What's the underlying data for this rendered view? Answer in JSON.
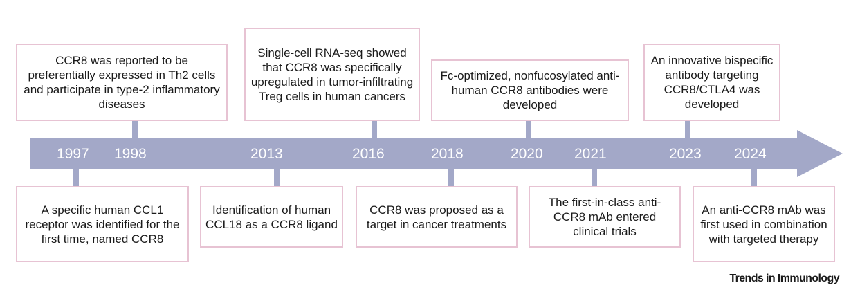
{
  "timeline": {
    "colors": {
      "arrow": "#a3a8c8",
      "box_border": "#e7c3d3",
      "year_text": "#ffffff"
    },
    "years": [
      "1997",
      "1998",
      "2013",
      "2016",
      "2018",
      "2020",
      "2021",
      "2023",
      "2024"
    ],
    "events_above": [
      {
        "year": "1998",
        "text": "CCR8 was reported to be preferentially expressed in Th2 cells and participate in type-2 inflammatory diseases"
      },
      {
        "year": "2016",
        "text": "Single-cell RNA-seq showed that CCR8 was specifically upregulated in tumor-infiltrating Treg cells in human cancers"
      },
      {
        "year": "2020",
        "text": "Fc-optimized, nonfucosylated anti-human CCR8 antibodies were developed"
      },
      {
        "year": "2023",
        "text": "An innovative bispecific antibody targeting CCR8/CTLA4 was developed"
      }
    ],
    "events_below": [
      {
        "year": "1997",
        "text": "A specific human CCL1 receptor was identified for the first time, named CCR8"
      },
      {
        "year": "2013",
        "text": "Identification of human CCL18 as a CCR8 ligand"
      },
      {
        "year": "2018",
        "text": "CCR8 was proposed as a target in cancer treatments"
      },
      {
        "year": "2021",
        "text": "The first-in-class anti-CCR8 mAb entered clinical trials"
      },
      {
        "year": "2024",
        "text": "An anti-CCR8 mAb was first used in combination with targeted therapy"
      }
    ]
  },
  "credit": "Trends in Immunology"
}
